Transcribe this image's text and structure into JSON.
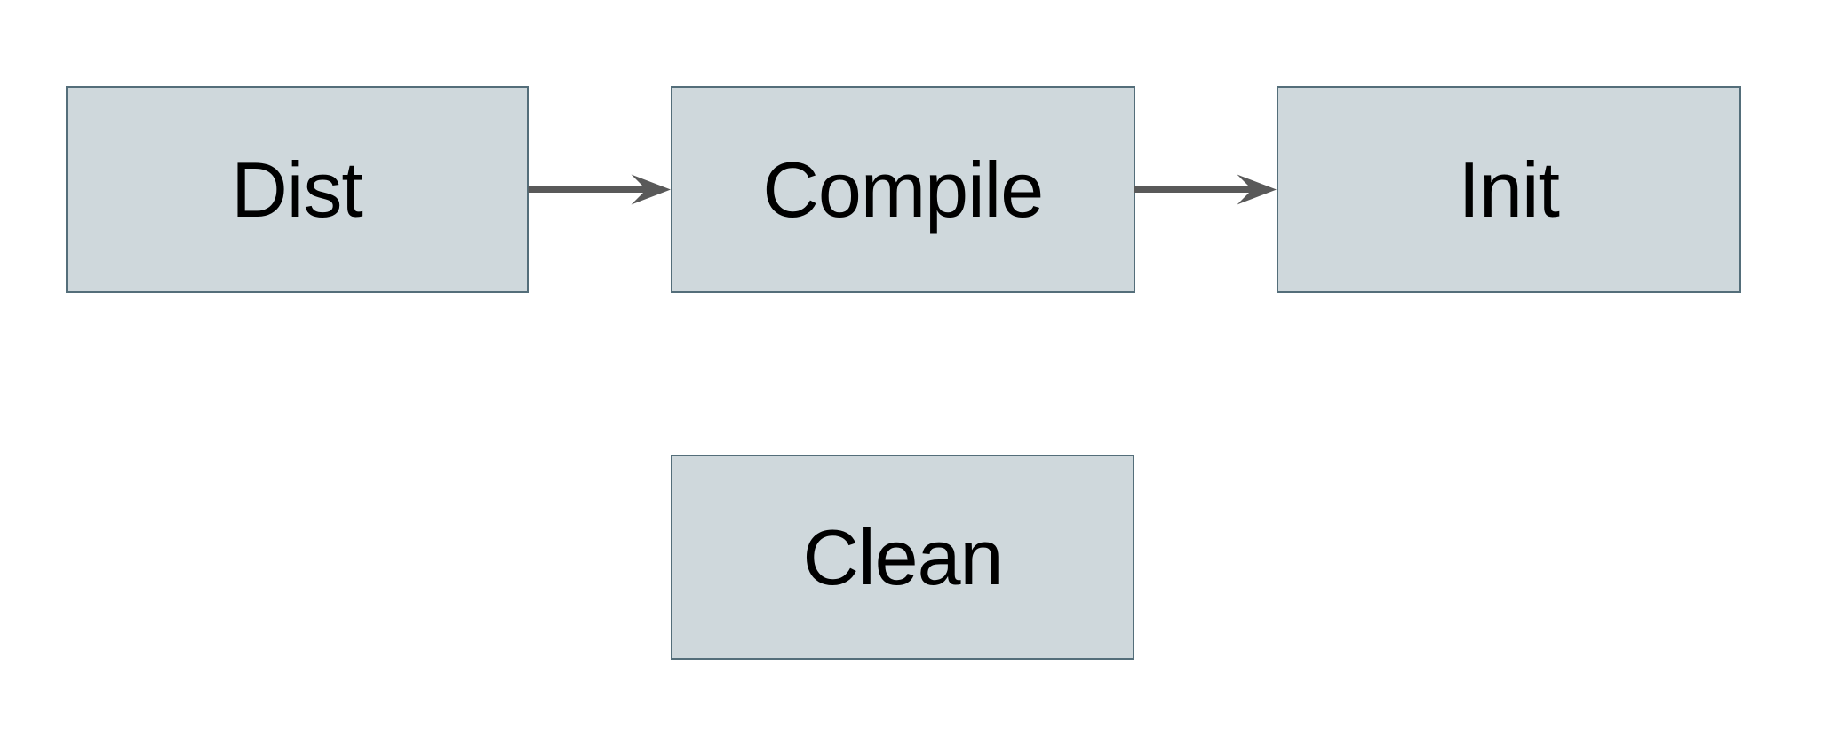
{
  "diagram": {
    "background_color": "#ffffff",
    "node_fill_color": "#cfd8dc",
    "node_border_color": "#546e7a",
    "arrow_color": "#595959",
    "text_color": "#000000",
    "nodes": [
      {
        "id": "dist",
        "label": "Dist"
      },
      {
        "id": "compile",
        "label": "Compile"
      },
      {
        "id": "init",
        "label": "Init"
      },
      {
        "id": "clean",
        "label": "Clean"
      }
    ],
    "edges": [
      {
        "from": "dist",
        "to": "compile"
      },
      {
        "from": "compile",
        "to": "init"
      }
    ]
  }
}
